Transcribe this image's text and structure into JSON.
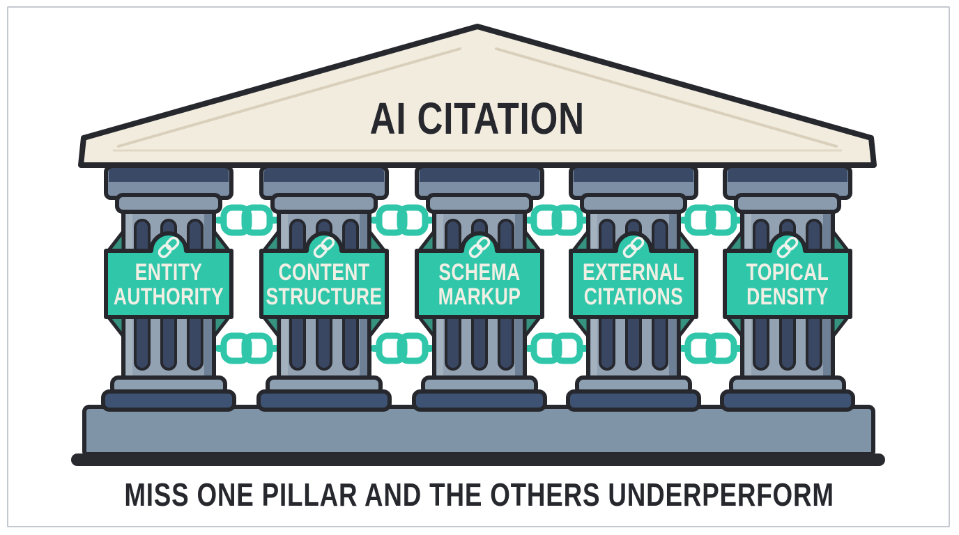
{
  "pediment": {
    "title": "AI CITATION"
  },
  "pillars": [
    {
      "line1": "ENTITY",
      "line2": "AUTHORITY"
    },
    {
      "line1": "CONTENT",
      "line2": "STRUCTURE"
    },
    {
      "line1": "SCHEMA",
      "line2": "MARKUP"
    },
    {
      "line1": "EXTERNAL",
      "line2": "CITATIONS"
    },
    {
      "line1": "TOPICAL",
      "line2": "DENSITY"
    }
  ],
  "caption": "MISS ONE PILLAR AND THE OTHERS UNDERPERFORM",
  "icons": {
    "badge_icon": "chain-link-icon",
    "connector": "chain-links-icon"
  },
  "colors": {
    "teal": "#2fc6aa",
    "outline": "#26282e",
    "pediment_fill": "#f2ecdf",
    "pediment_hatch": "#d9cfbb",
    "column_shaft": "#93a2b3",
    "column_flute": "#394763",
    "capital_dark": "#3a4a66",
    "capital_light": "#7c8fa5",
    "wing": "#35937f",
    "ring_light": "#8da0b2",
    "ring_dark": "#3e5374",
    "platform": "#7f94a7",
    "badge_text": "#f1efe4",
    "background": "#ffffff"
  }
}
